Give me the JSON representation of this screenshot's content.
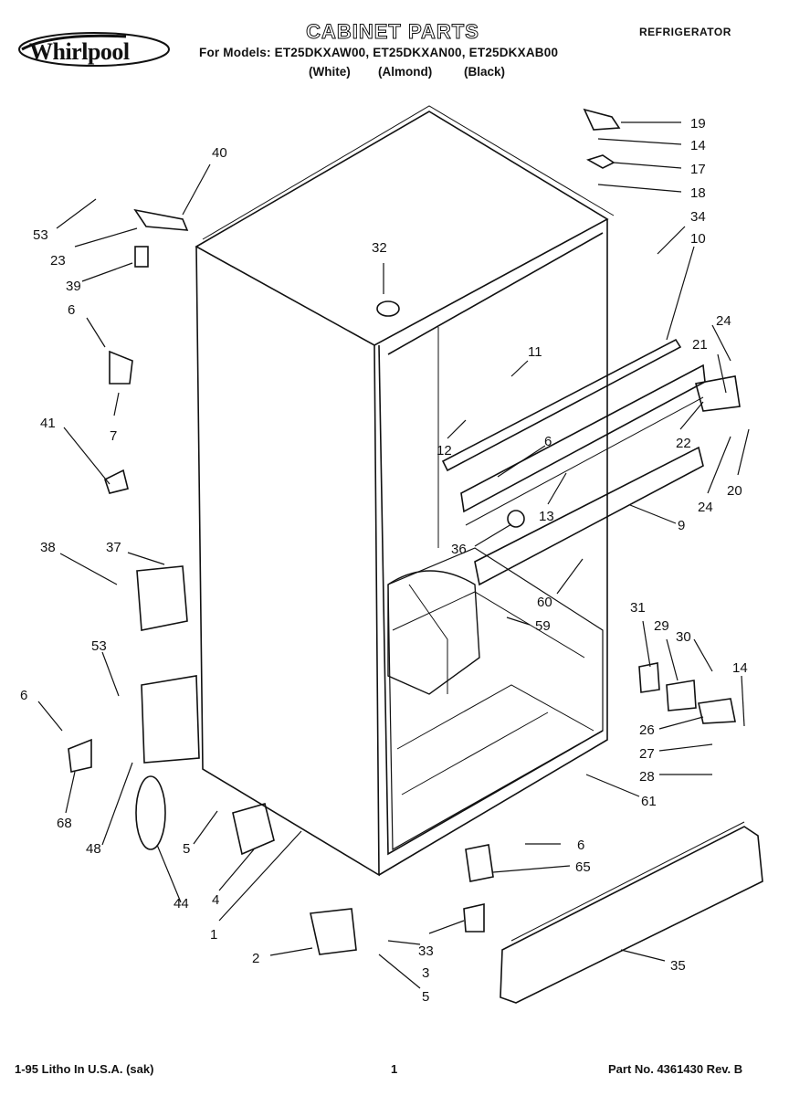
{
  "brand": "Whirlpool",
  "title": "CABINET PARTS",
  "category": "REFRIGERATOR",
  "models": "For Models: ET25DKXAW00, ET25DKXAN00, ET25DKXAB00",
  "colors": [
    "(White)",
    "(Almond)",
    "(Black)"
  ],
  "callouts": [
    "19",
    "14",
    "17",
    "18",
    "34",
    "10",
    "40",
    "53",
    "23",
    "39",
    "32",
    "6",
    "11",
    "24",
    "21",
    "7",
    "41",
    "12",
    "6",
    "22",
    "20",
    "24",
    "13",
    "9",
    "36",
    "38",
    "37",
    "60",
    "59",
    "31",
    "29",
    "30",
    "14",
    "53",
    "6",
    "26",
    "27",
    "28",
    "61",
    "68",
    "48",
    "5",
    "6",
    "65",
    "44",
    "4",
    "1",
    "2",
    "3",
    "33",
    "35",
    "5"
  ],
  "footer": {
    "left": "1-95 Litho In U.S.A. (sak)",
    "page": "1",
    "right": "Part No. 4361430 Rev. B"
  }
}
